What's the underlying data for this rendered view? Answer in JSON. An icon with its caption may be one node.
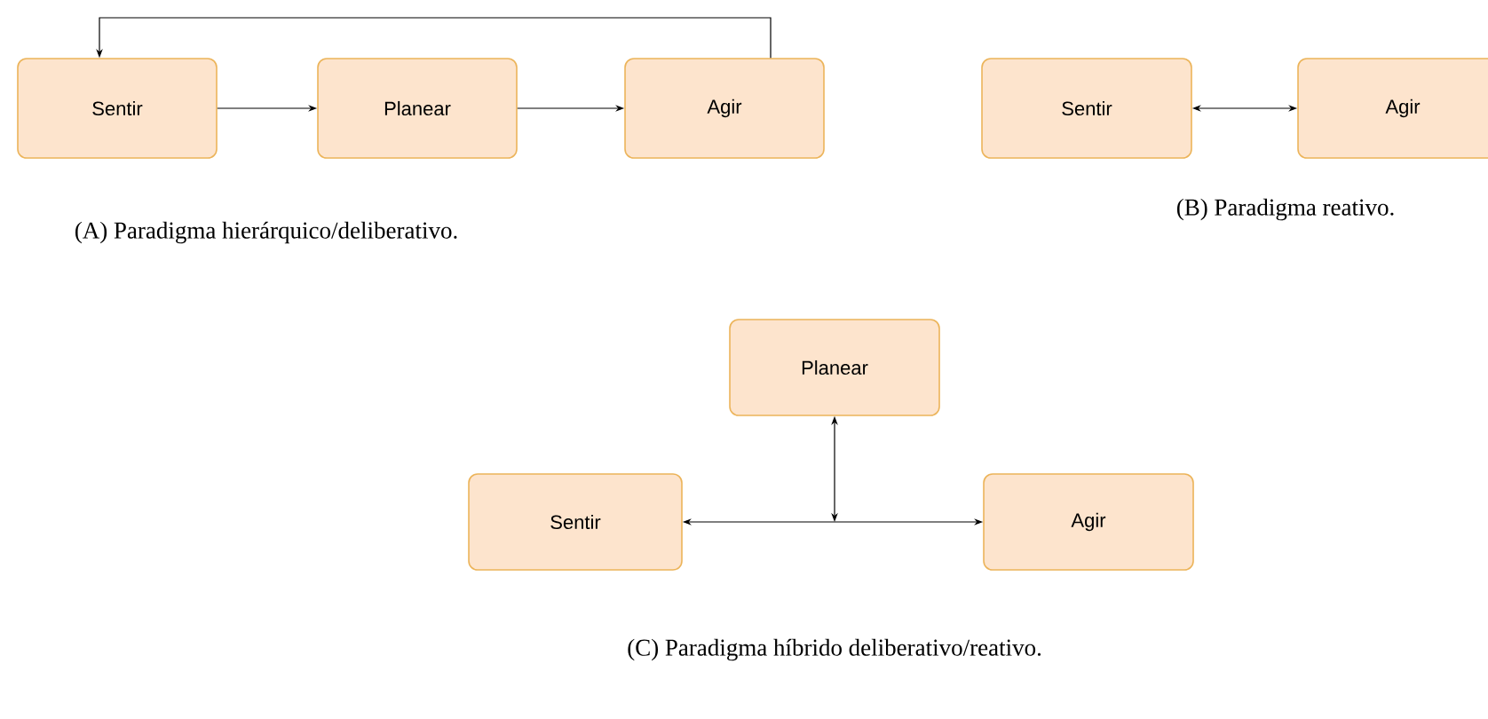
{
  "diagram": {
    "nodes": [
      {
        "text": [
          "Sentir"
        ]
      },
      {
        "text": [
          "Planear"
        ]
      },
      {
        "text": [
          "Agir"
        ]
      },
      {
        "text": [
          "Sentir"
        ]
      },
      {
        "text": [
          "Agir"
        ]
      },
      {
        "text": [
          "Planear"
        ]
      },
      {
        "text": [
          "Sentir"
        ]
      },
      {
        "text": [
          "Agir"
        ]
      }
    ],
    "edges": [
      {
        "from": 0,
        "to": 1,
        "arrow": "to"
      },
      {
        "from": 1,
        "to": 2,
        "arrow": "to"
      },
      {
        "from": 2,
        "to": 0,
        "arrow": "to"
      },
      {
        "from": 3,
        "to": 4,
        "arrow": "both"
      },
      {
        "from": 6,
        "to": 7,
        "arrow": "both"
      },
      {
        "from": 5,
        "to": null,
        "arrow": "both"
      }
    ],
    "labels": [
      "(A) Paradigma hierárquico/deliberativo.",
      "(B) Paradigma reativo.",
      "(C) Paradigma híbrido deliberativo/reativo."
    ]
  }
}
